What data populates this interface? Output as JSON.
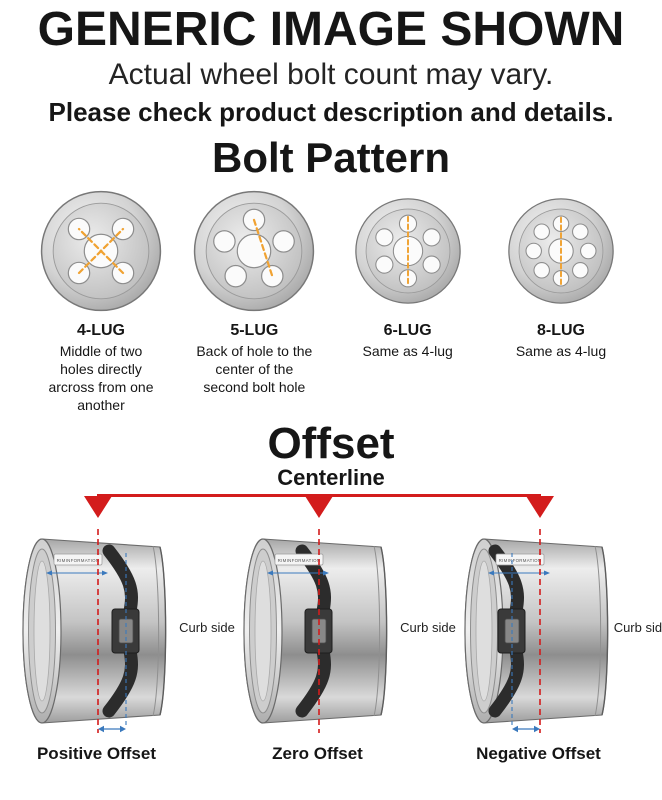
{
  "header": {
    "title": "GENERIC IMAGE SHOWN",
    "subtitle": "Actual wheel bolt count may vary.",
    "note": "Please check product description and details."
  },
  "bolt_pattern": {
    "heading": "Bolt Pattern",
    "items": [
      {
        "label": "4-LUG",
        "lugs": 4,
        "description": "Middle of two holes directly arcross from one another"
      },
      {
        "label": "5-LUG",
        "lugs": 5,
        "description": "Back of hole to the center of the second bolt hole"
      },
      {
        "label": "6-LUG",
        "lugs": 6,
        "description": "Same as 4-lug"
      },
      {
        "label": "8-LUG",
        "lugs": 8,
        "description": "Same as 4-lug"
      }
    ]
  },
  "offset": {
    "heading": "Offset",
    "centerline_label": "Centerline",
    "curb_side_label": "Curb side",
    "rim_sticker_text": "RIMINFORMATION",
    "items": [
      {
        "label": "Positive Offset",
        "type": "positive"
      },
      {
        "label": "Zero Offset",
        "type": "zero"
      },
      {
        "label": "Negative Offset",
        "type": "negative"
      }
    ]
  },
  "colors": {
    "measure_dash": "#f0a232",
    "centerline_red": "#d31c1c",
    "offset_blue": "#3a79bd",
    "text": "#161616"
  }
}
